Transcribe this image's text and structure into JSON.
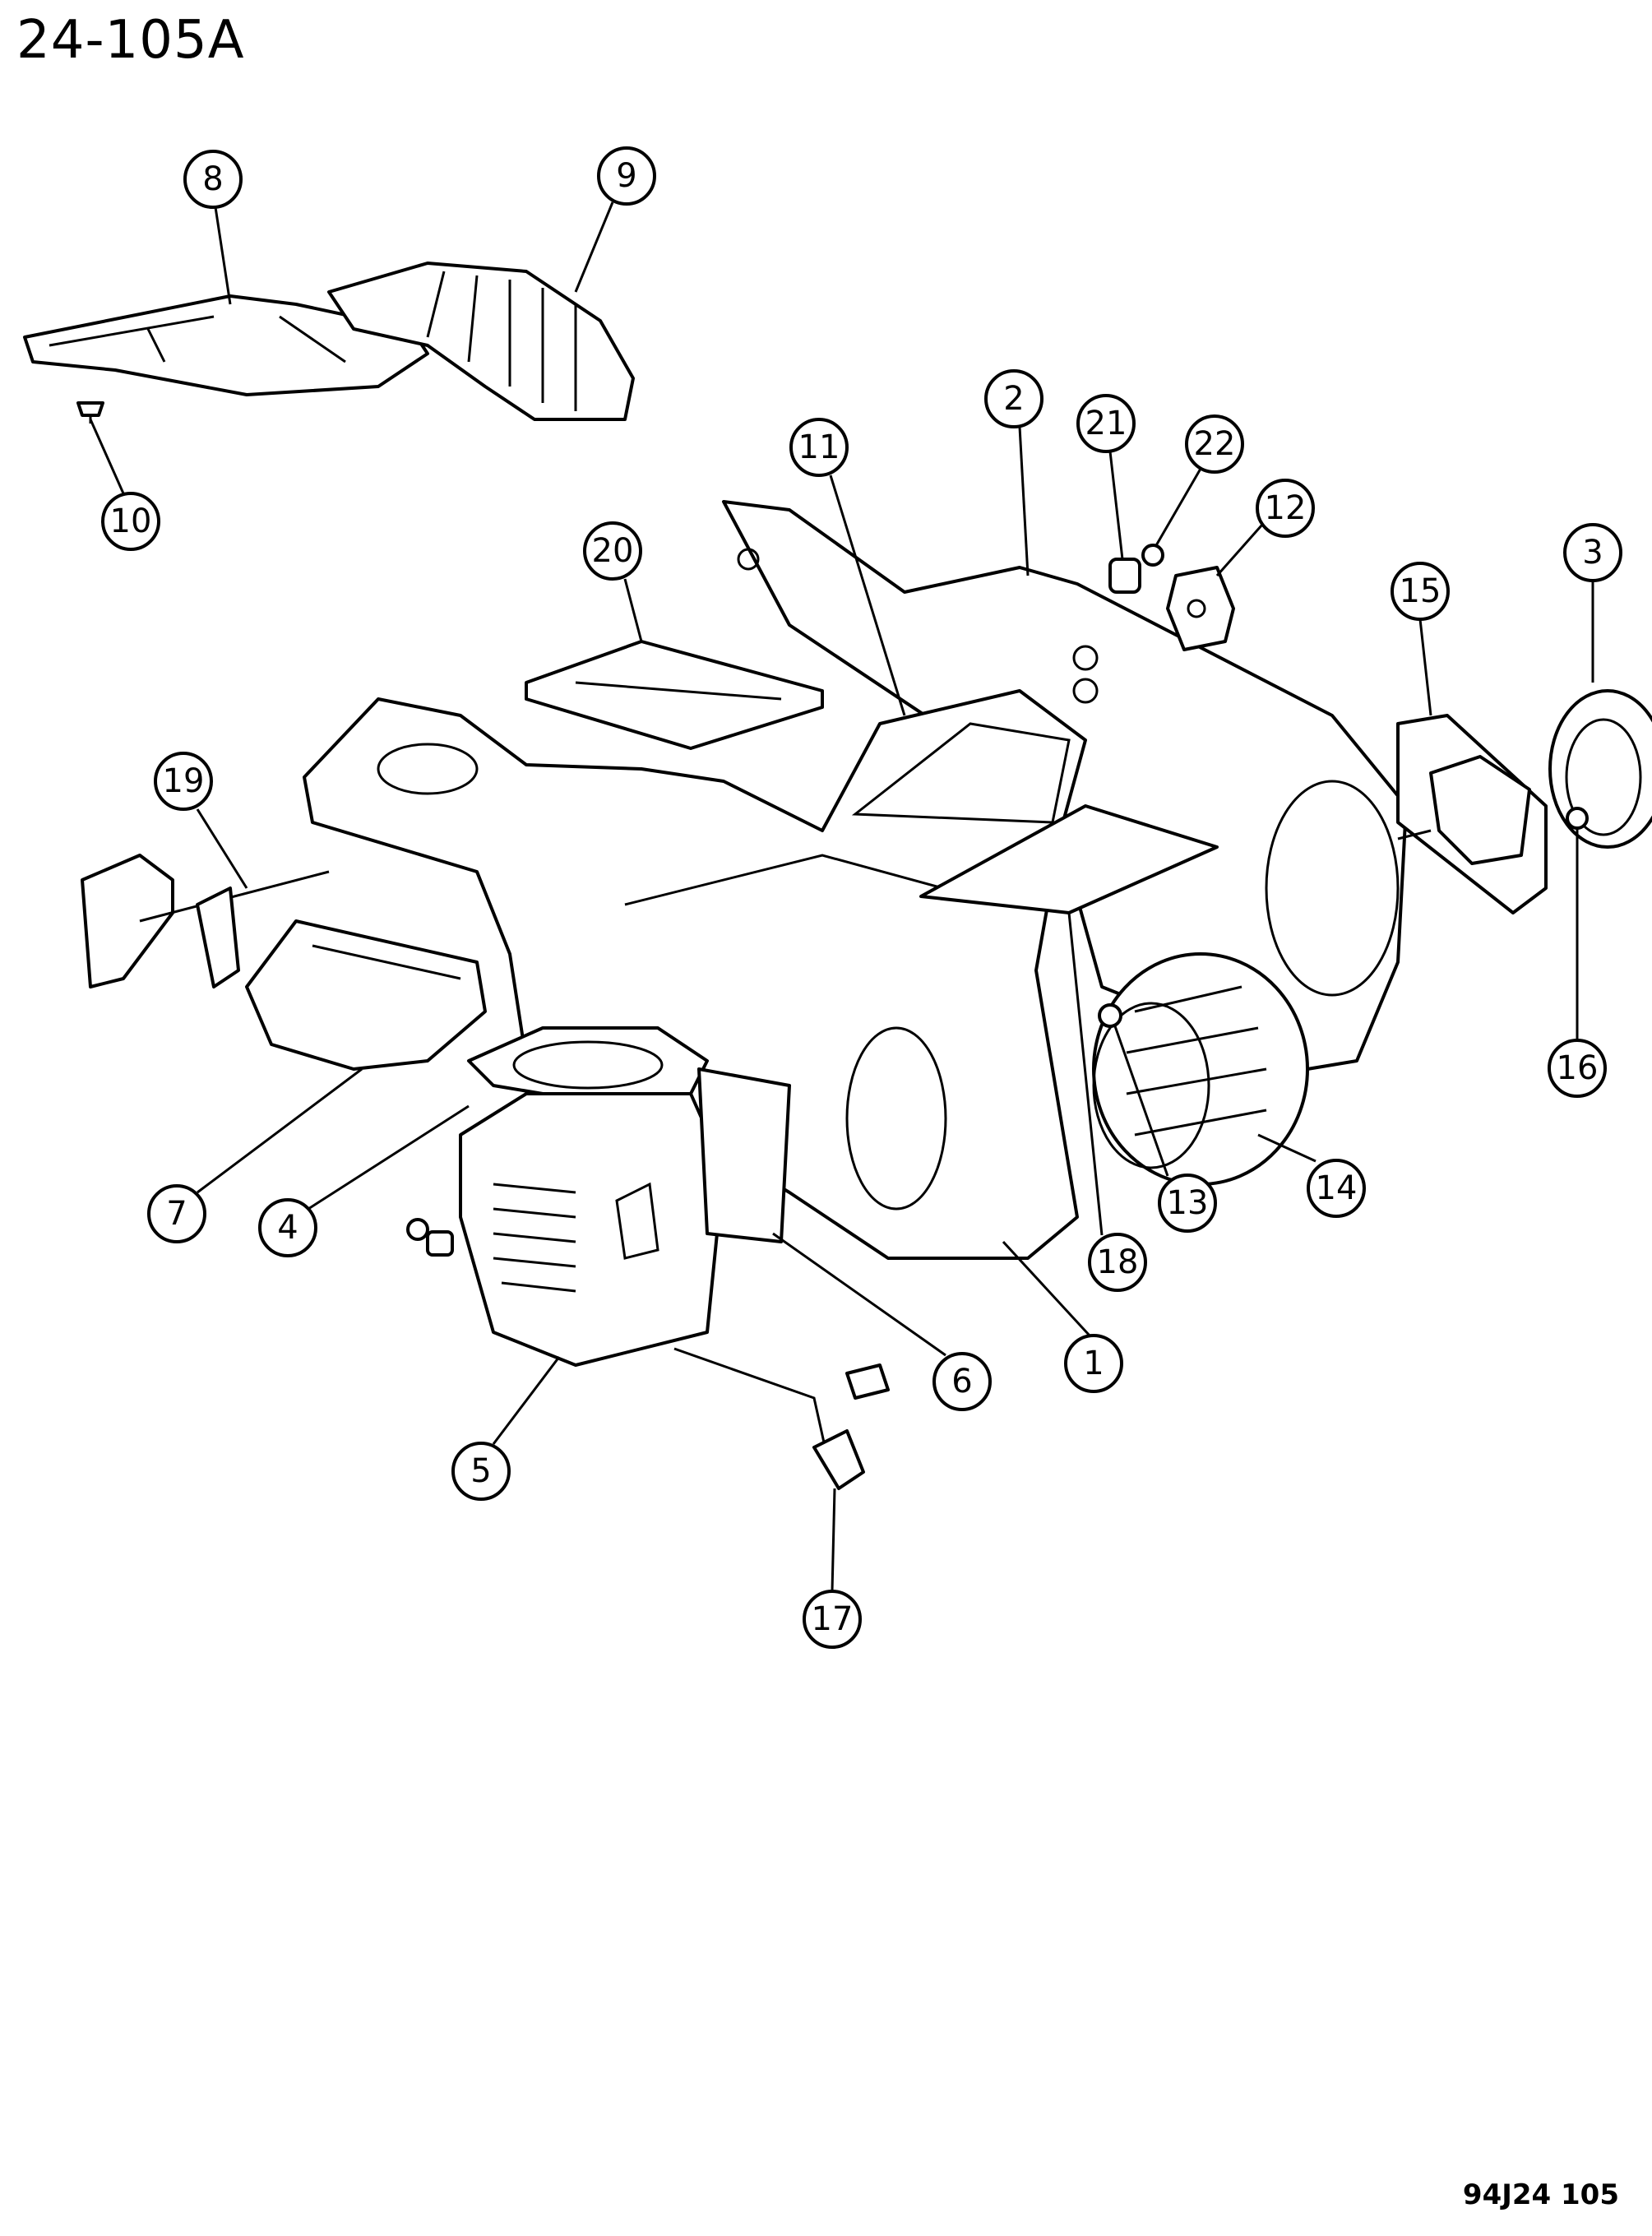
{
  "header": {
    "title": "24-105A"
  },
  "footer": {
    "figure_code": "94J24  105"
  },
  "callouts": [
    {
      "label": "1"
    },
    {
      "label": "2"
    },
    {
      "label": "3"
    },
    {
      "label": "4"
    },
    {
      "label": "5"
    },
    {
      "label": "6"
    },
    {
      "label": "7"
    },
    {
      "label": "8"
    },
    {
      "label": "9"
    },
    {
      "label": "10"
    },
    {
      "label": "11"
    },
    {
      "label": "12"
    },
    {
      "label": "13"
    },
    {
      "label": "14"
    },
    {
      "label": "15"
    },
    {
      "label": "16"
    },
    {
      "label": "17"
    },
    {
      "label": "18"
    },
    {
      "label": "19"
    },
    {
      "label": "20"
    },
    {
      "label": "21"
    },
    {
      "label": "22"
    }
  ]
}
